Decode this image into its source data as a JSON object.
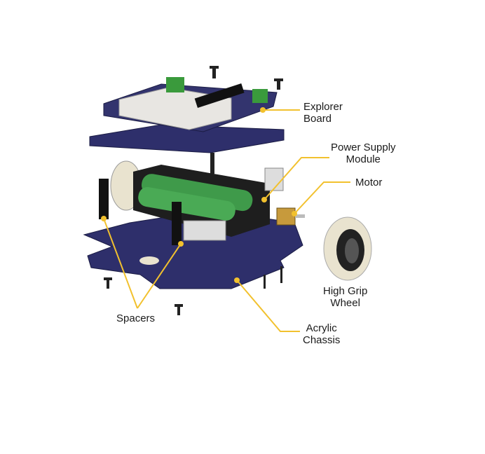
{
  "labels": {
    "explorer_board": [
      "Explorer",
      "Board"
    ],
    "power_supply": [
      "Power Supply",
      "Module"
    ],
    "motor": "Motor",
    "wheel": [
      "High Grip",
      "Wheel"
    ],
    "chassis": [
      "Acrylic",
      "Chassis"
    ],
    "spacers": "Spacers"
  },
  "colors": {
    "leader": "#f2c12e",
    "plate": "#2e2f6b",
    "battery": "#3f9a4a",
    "wheel": "#e9e3cf"
  }
}
